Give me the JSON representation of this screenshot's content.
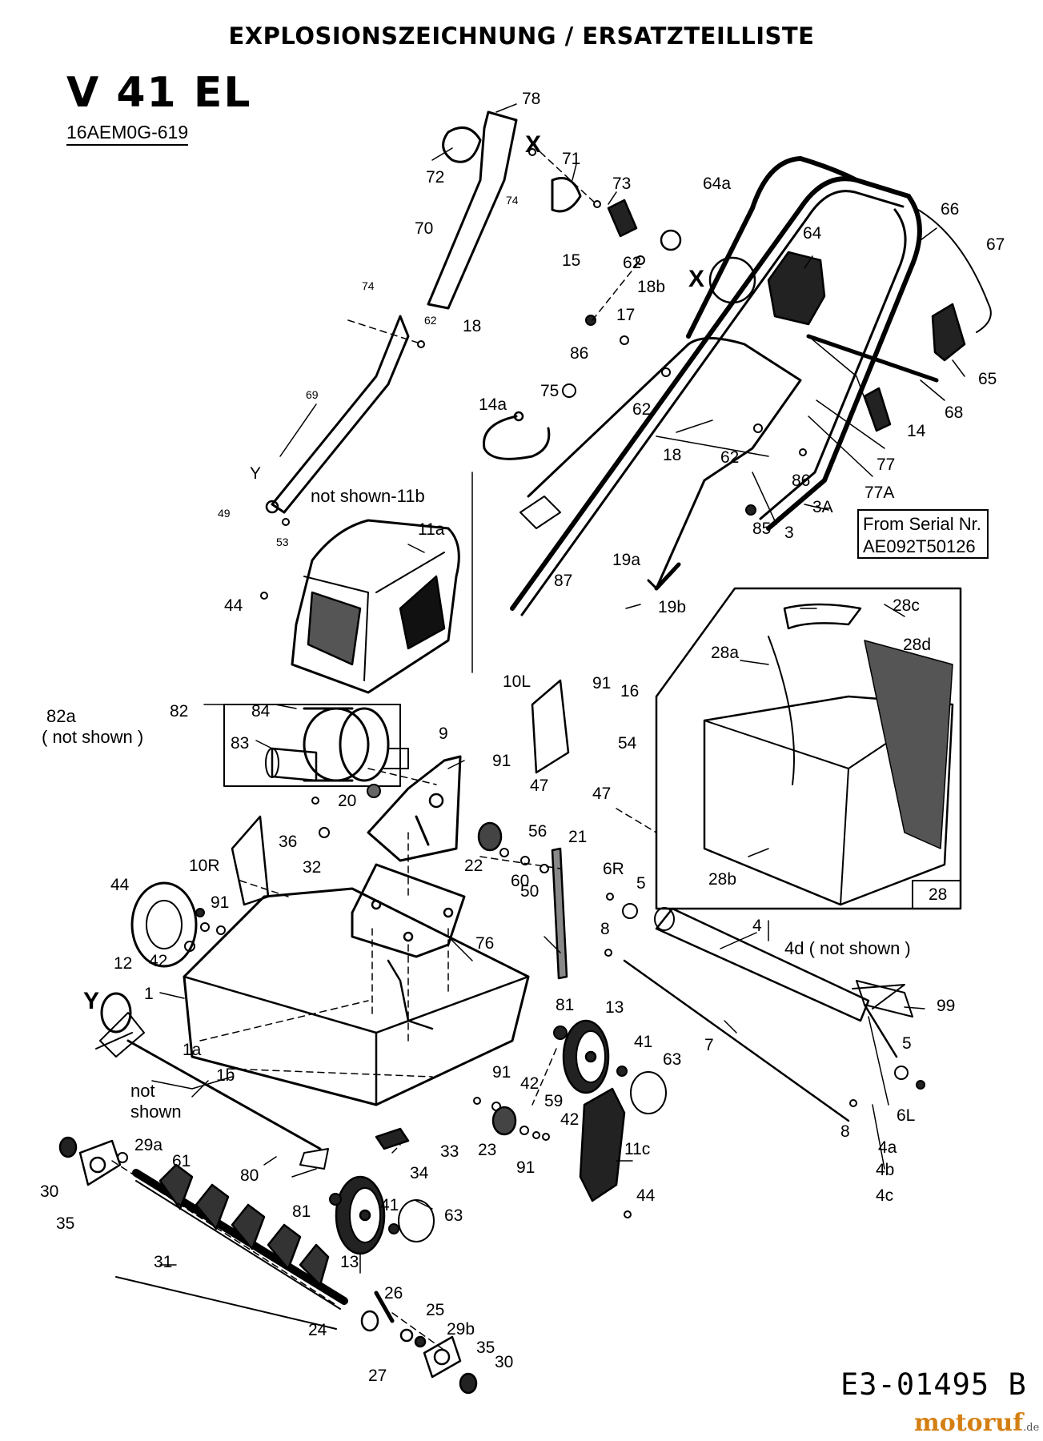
{
  "header": {
    "title": "EXPLOSIONSZEICHNUNG / ERSATZTEILLISTE",
    "model": "V 41 EL",
    "model_number": "16AEM0G-619"
  },
  "notes": {
    "not_shown_11b": "not shown-11b",
    "not_shown_82a_line1": "82a",
    "not_shown_82a_line2": "( not shown )",
    "not_shown_4d": "4d  ( not shown )",
    "not_shown_1_line1": "not",
    "not_shown_1_line2": "shown",
    "serial_line1": "From Serial Nr.",
    "serial_line2": "AE092T50126"
  },
  "callouts": [
    "78",
    "X",
    "72",
    "71",
    "74",
    "73",
    "64a",
    "66",
    "67",
    "70",
    "15",
    "62",
    "64",
    "18b",
    "X",
    "74",
    "62",
    "18",
    "17",
    "86",
    "65",
    "68",
    "75",
    "14a",
    "62",
    "14",
    "18",
    "62",
    "86",
    "77",
    "77A",
    "Y",
    "69",
    "49",
    "53",
    "3A",
    "85",
    "3",
    "11a",
    "44",
    "19a",
    "87",
    "19b",
    "28c",
    "28d",
    "28a",
    "10L",
    "91",
    "16",
    "84",
    "82",
    "83",
    "9",
    "91",
    "54",
    "47",
    "47",
    "20",
    "36",
    "32",
    "10R",
    "22",
    "56",
    "60",
    "50",
    "21",
    "6R",
    "5",
    "44",
    "12",
    "42",
    "91",
    "76",
    "8",
    "4",
    "1",
    "81",
    "13",
    "41",
    "63",
    "99",
    "Y",
    "1a",
    "1b",
    "7",
    "5",
    "91",
    "42",
    "59",
    "11c",
    "23",
    "42",
    "33",
    "34",
    "91",
    "44",
    "6L",
    "8",
    "29a",
    "61",
    "80",
    "30",
    "35",
    "81",
    "41",
    "63",
    "13",
    "31",
    "26",
    "25",
    "24",
    "29b",
    "35",
    "27",
    "30",
    "4a",
    "4b",
    "4c",
    "28",
    "28b"
  ],
  "footer": {
    "drawing_number": "E3-01495 B",
    "brand": "motoruf",
    "brand_domain": ".de"
  },
  "colors": {
    "ink": "#000000",
    "brand": "#d47f12",
    "paper": "#ffffff"
  }
}
